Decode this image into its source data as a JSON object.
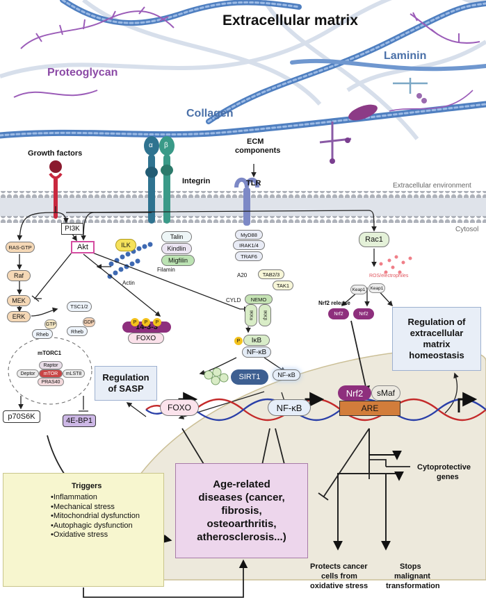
{
  "ecm": {
    "title": "Extracellular matrix",
    "proteoglycan": "Proteoglycan",
    "laminin": "Laminin",
    "collagen": "Collagen"
  },
  "membrane": {
    "extracellular": "Extracellular environment",
    "cytosol": "Cytosol"
  },
  "receptors": {
    "growth_factors": "Growth factors",
    "ecm_components_1": "ECM",
    "ecm_components_2": "components",
    "integrin": "Integrin",
    "alpha": "α",
    "beta": "β",
    "tlr": "TLR"
  },
  "integrin_complex": {
    "ilk": "ILK",
    "talin": "Talin",
    "kindlin": "Kindlin",
    "migfilin": "Migfilin",
    "filamin": "Filamin",
    "actin": "Actin"
  },
  "mapk": {
    "ras": "RAS-GTP",
    "raf": "Raf",
    "mek": "MEK",
    "erk": "ERK"
  },
  "pi3k": {
    "pi3k": "PI3K",
    "akt": "Akt",
    "tsc": "TSC1/2",
    "gtp": "GTP",
    "gdp": "GDP",
    "rheb": "Rheb",
    "rheb2": "Rheb",
    "mtorc1": "mTORC1",
    "raptor": "Raptor",
    "deptor": "Deptor",
    "mtor": "mTOR",
    "mlst8": "mLST8",
    "pras40": "PRAS40",
    "p70s6k": "p70S6K",
    "ebp1": "4E-BP1"
  },
  "foxo_cyto": {
    "label": "14-3-3",
    "foxo": "FOXO",
    "p": "P"
  },
  "nfkb": {
    "myd88": "MyD88",
    "irak": "IRAK1/4",
    "traf6": "TRAF6",
    "a20": "A20",
    "tab": "TAB2/3",
    "tak1": "TAK1",
    "cyld": "CYLD",
    "nemo": "NEMO",
    "ikka": "IKKα",
    "ikkb": "IKKβ",
    "p": "P",
    "ikb": "IκB",
    "nfkb": "NF-κB",
    "nfkb_free": "NF-κB"
  },
  "nrf2": {
    "rac1": "Rac1",
    "ros": "ROS/electrophiles",
    "keap1a": "Keap1",
    "keap1b": "Keap1",
    "release": "Nrf2 release",
    "nrf2a": "Nrf2",
    "nrf2b": "Nrf2"
  },
  "nucleus": {
    "sirt1": "SIRT1",
    "foxo": "FOXO",
    "nfkb": "NF-κB",
    "nrf2": "Nrf2",
    "smaf": "sMaf",
    "are": "ARE"
  },
  "regulation": {
    "sasp_1": "Regulation",
    "sasp_2": "of SASP",
    "ecm_1": "Regulation  of",
    "ecm_2": "extracellular",
    "ecm_3": "matrix",
    "ecm_4": "homeostasis"
  },
  "outcomes": {
    "cytoprotective_1": "Cytoprotective",
    "cytoprotective_2": "genes",
    "protects_1": "Protects cancer",
    "protects_2": "cells from",
    "protects_3": "oxidative stress",
    "stops_1": "Stops",
    "stops_2": "malignant",
    "stops_3": "transformation"
  },
  "disease": {
    "line1": "Age-related",
    "line2": "diseases (cancer,",
    "line3": "fibrosis,",
    "line4": "osteoarthritis,",
    "line5": "atherosclerosis...)"
  },
  "triggers": {
    "title": "Triggers",
    "items": [
      "Inflammation",
      "Mechanical stress",
      "Mitochondrial dysfunction",
      "Autophagic dysfunction",
      "Oxidative stress"
    ]
  },
  "colors": {
    "collagen": "#5b86c4",
    "proteoglycan": "#9b5cb8",
    "membrane_head": "#a9aeb6",
    "nucleus": "#ede9dc",
    "akt_border": "#d44ca0",
    "disease_fill": "#edd6ec",
    "trigger_fill": "#f7f6cf",
    "arrow": "#222222"
  }
}
